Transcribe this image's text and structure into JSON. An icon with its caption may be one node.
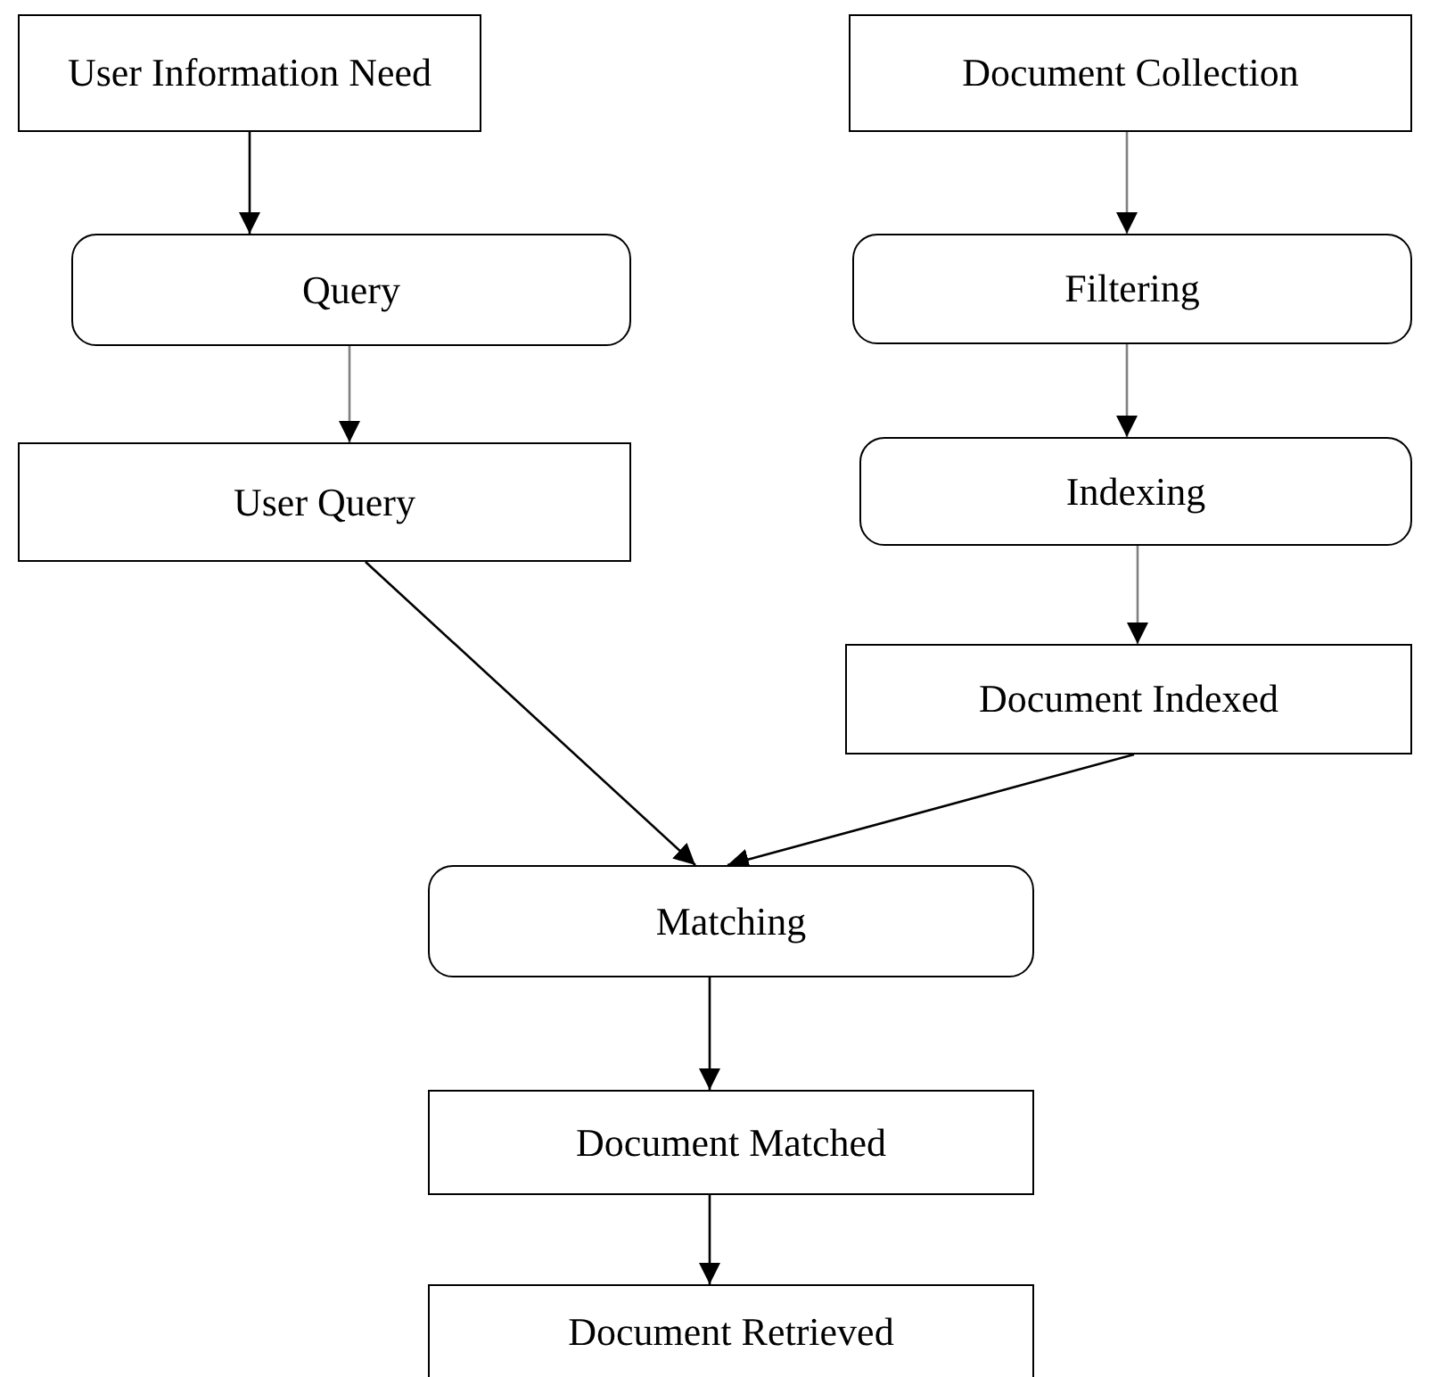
{
  "diagram": {
    "nodes": [
      {
        "text": [
          "User Information Need"
        ]
      },
      {
        "text": [
          "Document Collection"
        ]
      },
      {
        "text": [
          "Query"
        ]
      },
      {
        "text": [
          "Filtering"
        ]
      },
      {
        "text": [
          "User Query"
        ]
      },
      {
        "text": [
          "Indexing"
        ]
      },
      {
        "text": [
          "Document Indexed"
        ]
      },
      {
        "text": [
          "Matching"
        ]
      },
      {
        "text": [
          "Document Matched"
        ]
      },
      {
        "text": [
          "Document Retrieved"
        ]
      }
    ],
    "edges": [
      {
        "from": 0,
        "to": 2,
        "arrow": "to"
      },
      {
        "from": 2,
        "to": 4,
        "arrow": "to",
        "color": "#808080"
      },
      {
        "from": 1,
        "to": 3,
        "arrow": "to",
        "color": "#808080"
      },
      {
        "from": 3,
        "to": 5,
        "arrow": "to",
        "color": "#808080"
      },
      {
        "from": 5,
        "to": 6,
        "arrow": "to",
        "color": "#808080"
      },
      {
        "from": 4,
        "to": 7,
        "arrow": "to"
      },
      {
        "from": 6,
        "to": 7,
        "arrow": "to"
      },
      {
        "from": 7,
        "to": 8,
        "arrow": "to"
      },
      {
        "from": 8,
        "to": 9,
        "arrow": "to"
      }
    ]
  }
}
